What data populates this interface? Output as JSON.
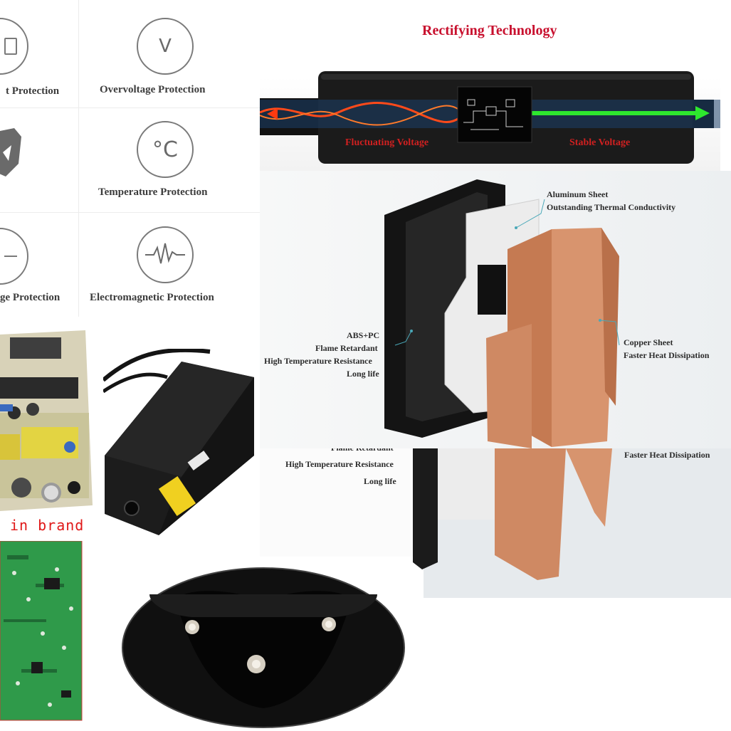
{
  "protection_grid": {
    "items": [
      {
        "label": "t Protection",
        "icon": "unknown-protection-icon"
      },
      {
        "label": "Overvoltage Protection",
        "icon": "v-letter-icon",
        "glyph": "V"
      },
      {
        "label": "",
        "icon": "shield-icon"
      },
      {
        "label": "Temperature Protection",
        "icon": "celsius-icon",
        "glyph": "°C"
      },
      {
        "label": "ge Protection",
        "icon": "minus-circle-icon"
      },
      {
        "label": "Electromagnetic Protection",
        "icon": "pulse-wave-icon"
      }
    ]
  },
  "rectifying": {
    "title": "Rectifying Technology",
    "left_label": "Fluctuating Voltage",
    "right_label": "Stable Voltage",
    "colors": {
      "title": "#c8102e",
      "label": "#d02020",
      "input_wave": "#ff4a1a",
      "output_line": "#2ee82e"
    }
  },
  "exploded_view": {
    "aluminum": {
      "line1": "Aluminum Sheet",
      "line2": "Outstanding Thermal Conductivity"
    },
    "abs": {
      "line1": "ABS+PC",
      "line2": "Flame Retardant",
      "line3": "High Temperature Resistance",
      "line4": "Long life"
    },
    "copper": {
      "line1": "Copper Sheet",
      "line2": "Faster Heat Dissipation"
    },
    "colors": {
      "copper": "#d0865c",
      "casing": "#1e1e1e"
    }
  },
  "exploded_view_duplicate": {
    "cut_line": "Flame Retardant",
    "line1": "High Temperature Resistance",
    "line2": "Long life",
    "right": "Faster Heat Dissipation"
  },
  "pcb_caption": {
    "text": "in brand",
    "color": "#e01818"
  },
  "adapter_label": {
    "text": "||||||||||||||||"
  }
}
